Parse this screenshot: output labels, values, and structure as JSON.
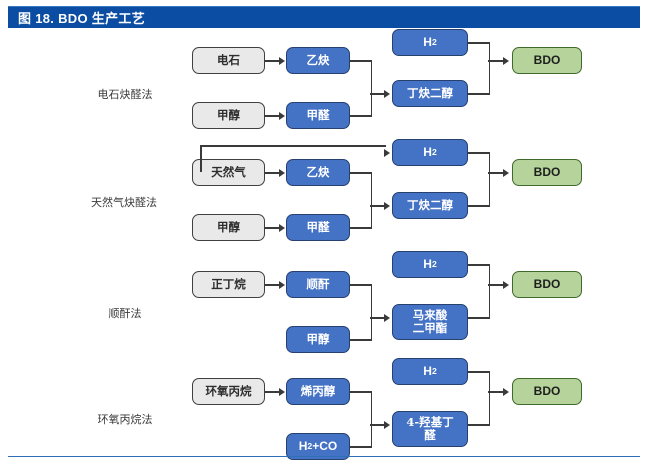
{
  "header": {
    "figure_label": "图 18. BDO 生产工艺"
  },
  "diagram": {
    "rows": [
      {
        "id": "carbide-acetylene-aldehyde",
        "label": "电石炔醛法",
        "feed_top": "电石",
        "feed_bottom": "甲醇",
        "inter_top": "乙炔",
        "inter_bottom": "甲醛",
        "hydrogen": "H2",
        "intermediate": "丁炔二醇",
        "product": "BDO"
      },
      {
        "id": "natural-gas-acetylene-aldehyde",
        "label": "天然气炔醛法",
        "feed_top": "天然气",
        "feed_bottom": "甲醇",
        "inter_top": "乙炔",
        "inter_bottom": "甲醛",
        "hydrogen": "H2",
        "intermediate": "丁炔二醇",
        "product": "BDO"
      },
      {
        "id": "maleic-anhydride",
        "label": "顺酐法",
        "feed_top": "正丁烷",
        "feed_bottom": "",
        "inter_top": "顺酐",
        "inter_bottom": "甲醇",
        "hydrogen": "H2",
        "intermediate": "马来酸\n二甲酯",
        "product": "BDO"
      },
      {
        "id": "propylene-oxide",
        "label": "环氧丙烷法",
        "feed_top": "环氧丙烷",
        "feed_bottom": "",
        "inter_top": "烯丙醇",
        "inter_bottom": "H2+CO",
        "hydrogen": "H2",
        "intermediate": "4-羟基丁\n醛",
        "product": "BDO"
      }
    ]
  },
  "colors": {
    "header_blue": "#0a4da2",
    "node_blue": "#4472c4",
    "node_gray": "#e9e9e9",
    "node_green": "#b5d39a",
    "connector": "#3a3a3a",
    "rule_blue": "#2f6fb5"
  }
}
